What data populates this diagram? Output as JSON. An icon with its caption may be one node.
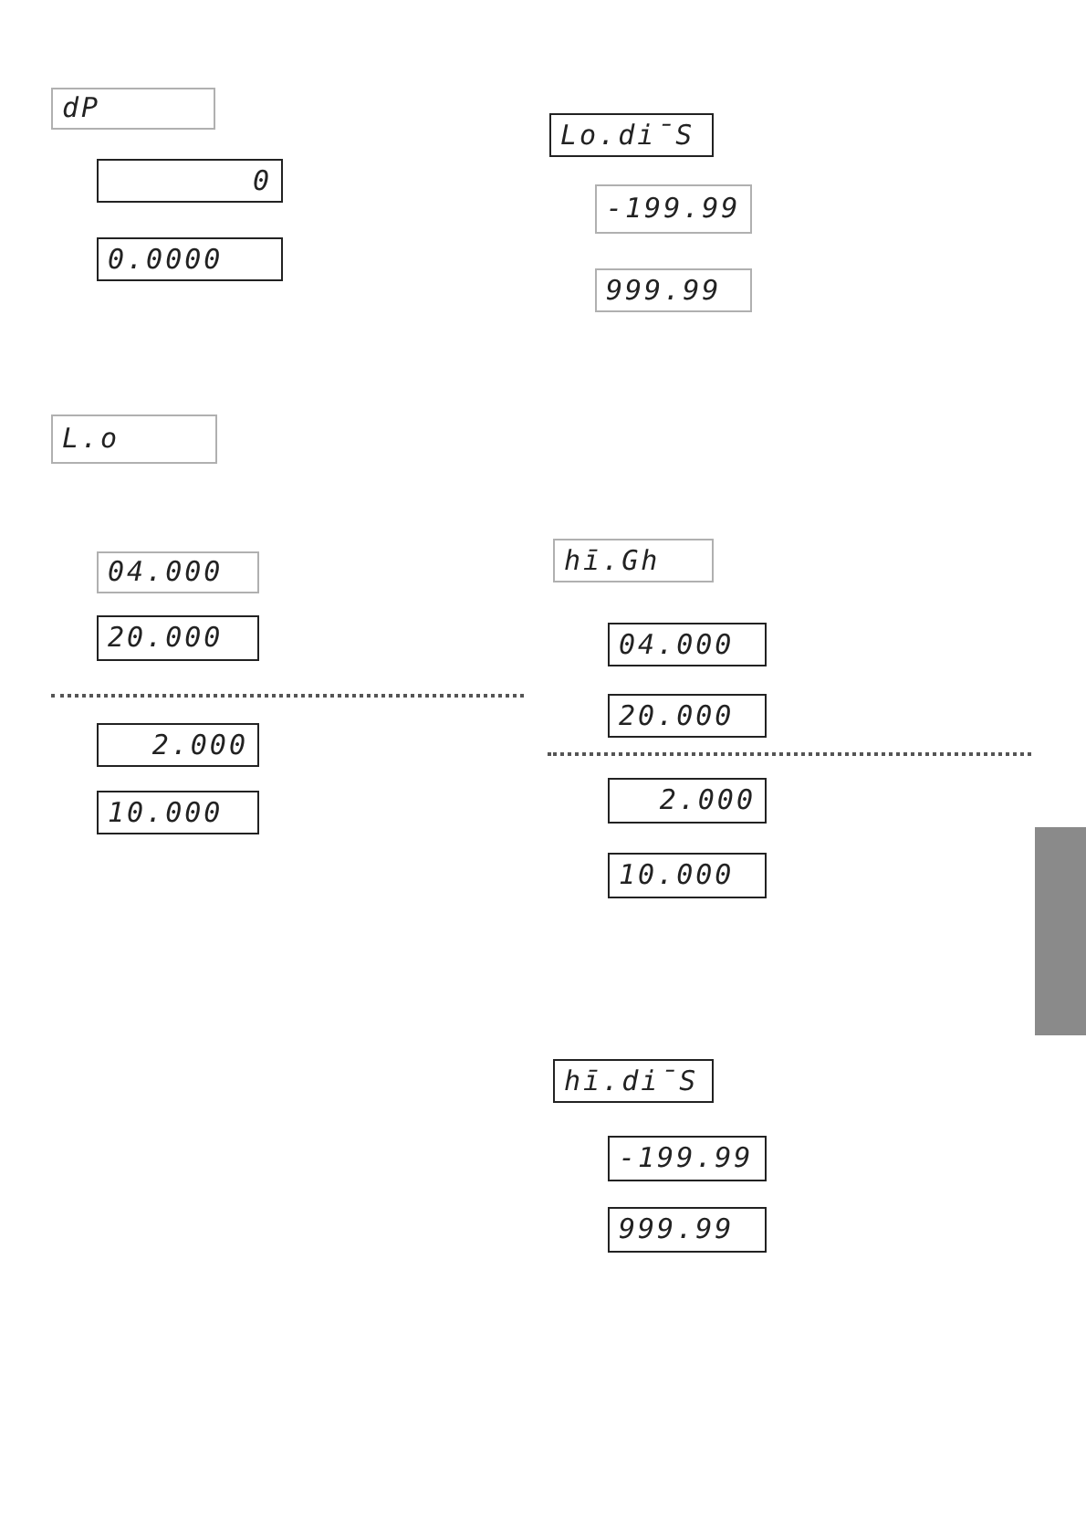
{
  "diagram": {
    "nodes": [
      {
        "text": [
          "dP"
        ]
      },
      {
        "text": [
          "0"
        ]
      },
      {
        "text": [
          "0.0000"
        ]
      },
      {
        "text": [
          "L.o"
        ]
      },
      {
        "text": [
          "04.000"
        ]
      },
      {
        "text": [
          "20.000"
        ]
      },
      {
        "text": [
          "2.000"
        ]
      },
      {
        "text": [
          "10.000"
        ]
      },
      {
        "text": [
          "Lo.di¯S"
        ]
      },
      {
        "text": [
          "-199.99"
        ]
      },
      {
        "text": [
          "999.99"
        ]
      },
      {
        "text": [
          "hī.Gh"
        ]
      },
      {
        "text": [
          "04.000"
        ]
      },
      {
        "text": [
          "20.000"
        ]
      },
      {
        "text": [
          "2.000"
        ]
      },
      {
        "text": [
          "10.000"
        ]
      },
      {
        "text": [
          "hī.di¯S"
        ]
      },
      {
        "text": [
          "-199.99"
        ]
      },
      {
        "text": [
          "999.99"
        ]
      },
      {
        "text": [],
        "shape": "bar"
      }
    ],
    "edges": []
  }
}
